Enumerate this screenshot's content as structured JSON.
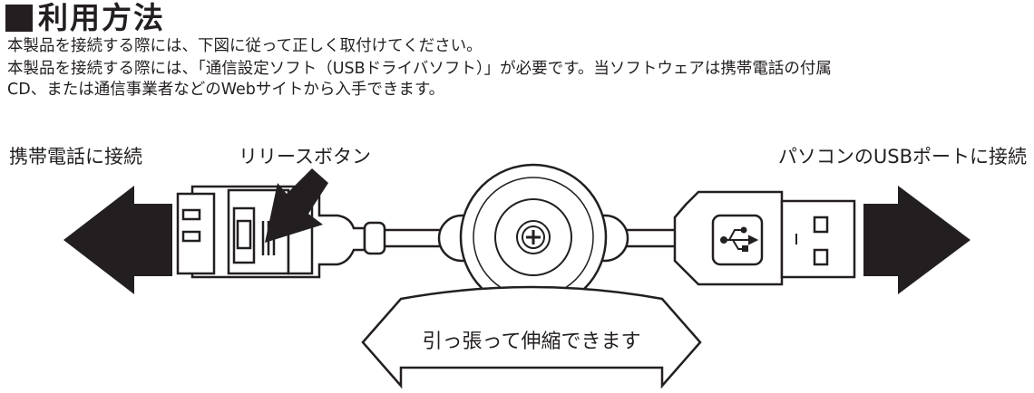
{
  "heading": {
    "title": "利用方法",
    "marker": "■"
  },
  "paragraphs": [
    "本製品を接続する際には、下図に従って正しく取付けてください。",
    "本製品を接続する際には、「通信設定ソフト（USBドライバソフト）」が必要です。当ソフトウェアは携帯電話の付属",
    "CD、または通信事業者などのWebサイトから入手できます。"
  ],
  "labels": {
    "phone_side": "携帯電話に接続",
    "release_button": "リリースボタン",
    "pc_side": "パソコンのUSBポートに接続",
    "stretch": "引っ張って伸縮できます"
  },
  "icons": {
    "left_arrow": "arrow-left-icon",
    "right_arrow": "arrow-right-icon",
    "pointer_arrow": "pointer-arrow-icon",
    "usb_symbol": "usb-icon",
    "screw": "screw-icon"
  },
  "colors": {
    "ink": "#231f20",
    "background": "#ffffff"
  }
}
